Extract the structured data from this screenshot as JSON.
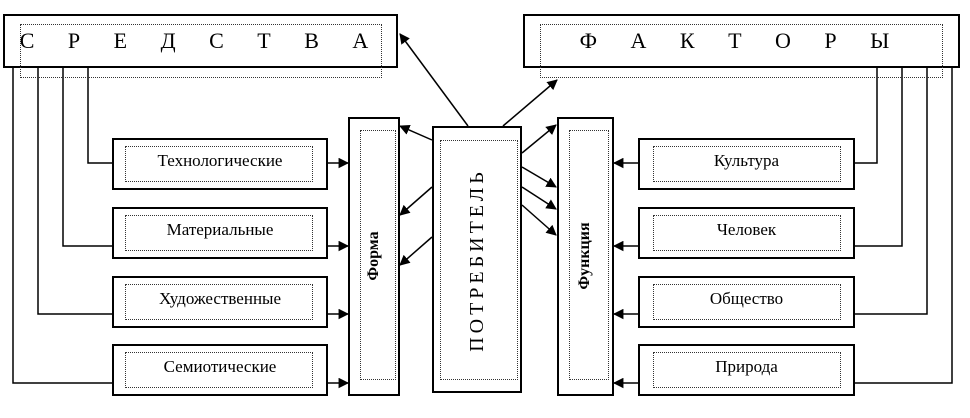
{
  "means": {
    "title": "С Р Е Д С Т В А",
    "items": [
      {
        "label": "Технологические"
      },
      {
        "label": "Материальные"
      },
      {
        "label": "Художественные"
      },
      {
        "label": "Семиотические"
      }
    ]
  },
  "factors": {
    "title": "Ф А К Т О Р Ы",
    "items": [
      {
        "label": "Культура"
      },
      {
        "label": "Человек"
      },
      {
        "label": "Общество"
      },
      {
        "label": "Природа"
      }
    ]
  },
  "form": {
    "label": "Форма"
  },
  "function": {
    "label": "Функция"
  },
  "consumer": {
    "label": "ПОТРЕБИТЕЛЬ"
  }
}
